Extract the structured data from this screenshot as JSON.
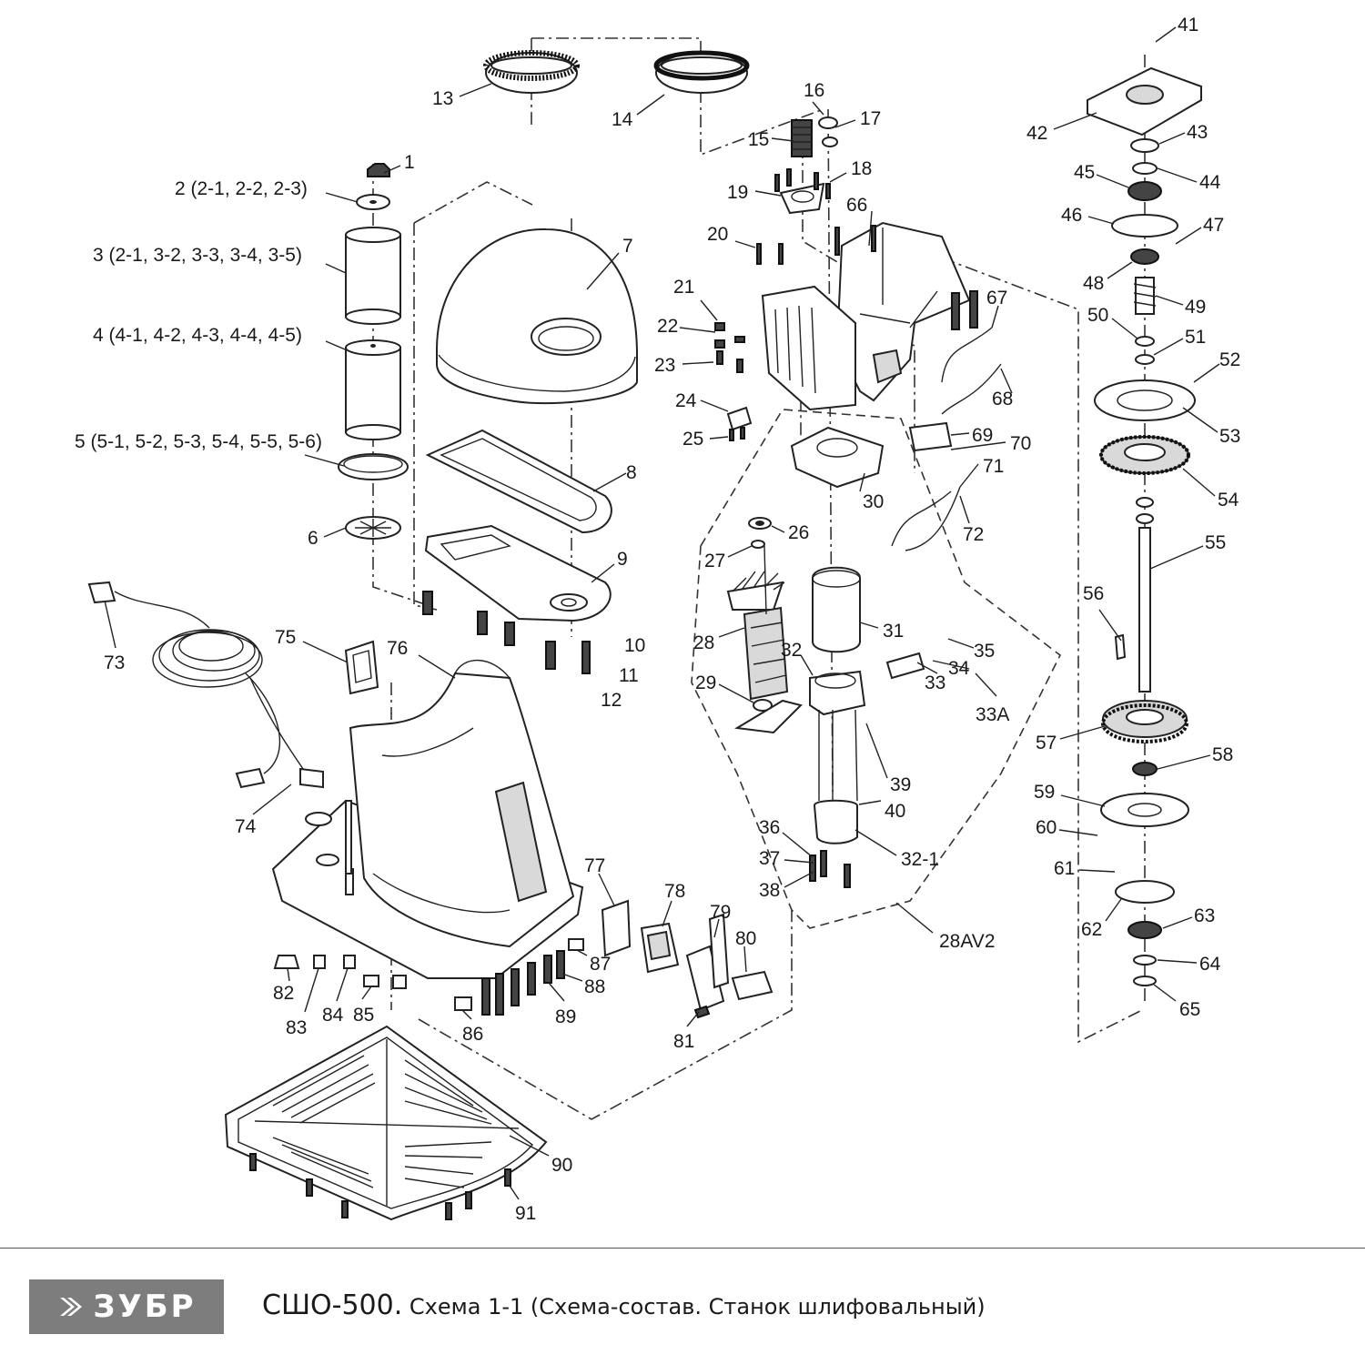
{
  "labels": {
    "p1": "1",
    "p2": "2 (2-1, 2-2, 2-3)",
    "p3": "3 (2-1, 3-2, 3-3, 3-4, 3-5)",
    "p4": "4 (4-1, 4-2, 4-3, 4-4, 4-5)",
    "p5": "5 (5-1, 5-2, 5-3, 5-4, 5-5, 5-6)",
    "p6": "6",
    "p7": "7",
    "p8": "8",
    "p9": "9",
    "p10": "10",
    "p11": "11",
    "p12": "12",
    "p13": "13",
    "p14": "14",
    "p15": "15",
    "p16": "16",
    "p17": "17",
    "p18": "18",
    "p19": "19",
    "p20": "20",
    "p21": "21",
    "p22": "22",
    "p23": "23",
    "p24": "24",
    "p25": "25",
    "p26": "26",
    "p27": "27",
    "p28": "28",
    "p29": "29",
    "p30": "30",
    "p31": "31",
    "p32": "32",
    "p33": "33",
    "p34": "34",
    "p35": "35",
    "p33A": "33A",
    "p36": "36",
    "p37": "37",
    "p38": "38",
    "p39": "39",
    "p40": "40",
    "p32_1": "32-1",
    "p28AV2": "28AV2",
    "p41": "41",
    "p42": "42",
    "p43": "43",
    "p44": "44",
    "p45": "45",
    "p46": "46",
    "p47": "47",
    "p48": "48",
    "p49": "49",
    "p50": "50",
    "p51": "51",
    "p52": "52",
    "p53": "53",
    "p54": "54",
    "p55": "55",
    "p56": "56",
    "p57": "57",
    "p58": "58",
    "p59": "59",
    "p60": "60",
    "p61": "61",
    "p62": "62",
    "p63": "63",
    "p64": "64",
    "p65": "65",
    "p66": "66",
    "p67": "67",
    "p68": "68",
    "p69": "69",
    "p70": "70",
    "p71": "71",
    "p72": "72",
    "p73": "73",
    "p74": "74",
    "p75": "75",
    "p76": "76",
    "p77": "77",
    "p78": "78",
    "p79": "79",
    "p80": "80",
    "p81": "81",
    "p82": "82",
    "p83": "83",
    "p84": "84",
    "p85": "85",
    "p86": "86",
    "p87": "87",
    "p88": "88",
    "p89": "89",
    "p90": "90",
    "p91": "91"
  },
  "footer": {
    "brand": "ЗУБР",
    "model": "СШО-500.",
    "description": " Схема 1-1 (Схема-состав. Станок шлифовальный)"
  }
}
